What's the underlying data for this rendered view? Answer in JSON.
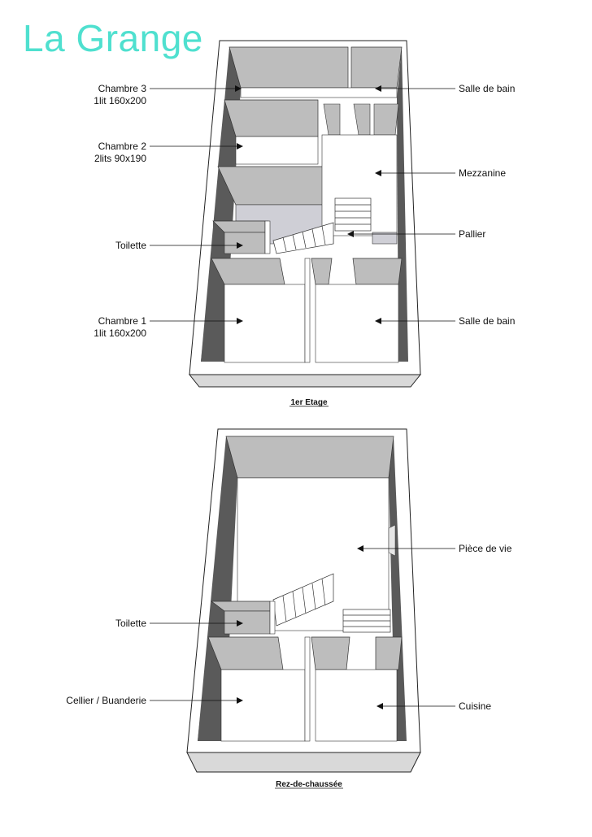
{
  "title": "La Grange",
  "floors": {
    "upper": {
      "caption": "1er Etage",
      "labels": {
        "chambre3_name": "Chambre 3",
        "chambre3_beds": "1lit 160x200",
        "chambre2_name": "Chambre 2",
        "chambre2_beds": "2lits 90x190",
        "toilette": "Toilette",
        "chambre1_name": "Chambre 1",
        "chambre1_beds": "1lit 160x200",
        "sdb_top": "Salle de bain",
        "mezzanine": "Mezzanine",
        "pallier": "Pallier",
        "sdb_bottom": "Salle de bain"
      }
    },
    "ground": {
      "caption": "Rez-de-chaussée",
      "labels": {
        "piece_de_vie": "Pièce de vie",
        "toilette": "Toilette",
        "cellier": "Cellier / Buanderie",
        "cuisine": "Cuisine"
      }
    }
  },
  "colors": {
    "title": "#4fe0cf",
    "wall_light": "#bdbdbd",
    "wall_dark": "#5a5a5a",
    "floor": "#ffffff",
    "outline": "#222222"
  }
}
